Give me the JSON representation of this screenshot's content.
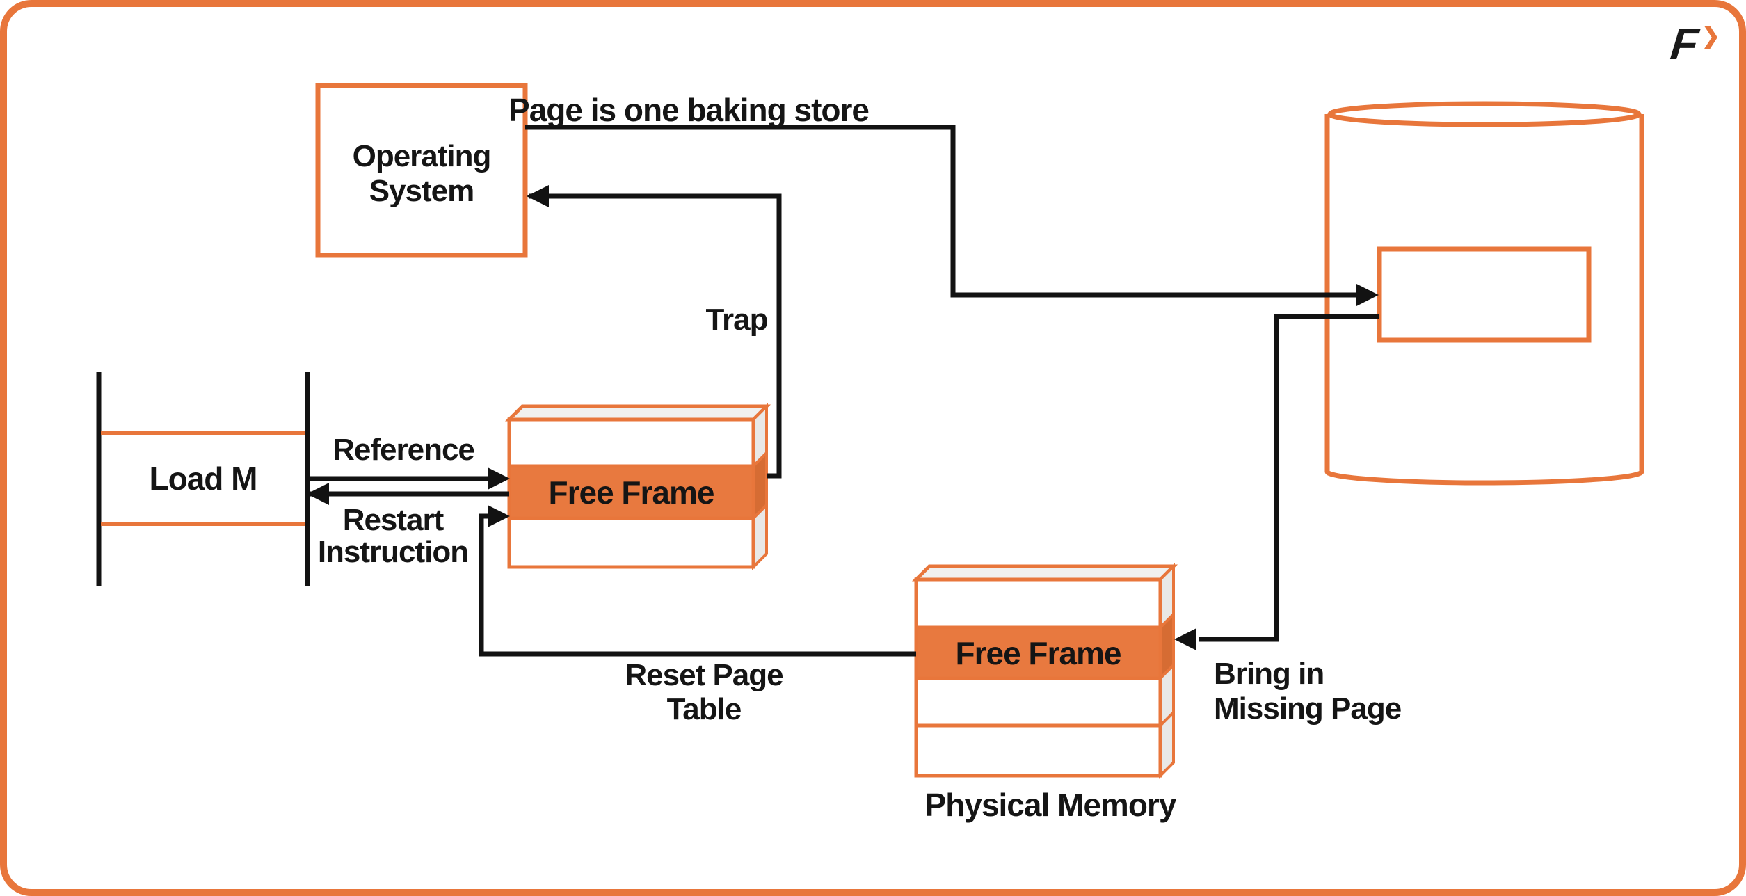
{
  "brand": {
    "logo_letter": "F",
    "logo_chevron": "❯"
  },
  "colors": {
    "accent_orange": "#E8763B",
    "line_black": "#121212"
  },
  "nodes": {
    "operating_system": {
      "label": "Operating\nSystem"
    },
    "process": {
      "label": "Load M"
    },
    "page_table": {
      "free_frame_label": "Free Frame"
    },
    "physical_memory": {
      "free_frame_label": "Free Frame",
      "caption": "Physical Memory"
    }
  },
  "edges": {
    "page_backing": {
      "label": "Page is one baking store"
    },
    "trap": {
      "label": "Trap"
    },
    "reference": {
      "label": "Reference"
    },
    "restart": {
      "label": "Restart\nInstruction"
    },
    "reset": {
      "label": "Reset Page\nTable"
    },
    "bring_in": {
      "label": "Bring in\nMissing Page"
    }
  }
}
